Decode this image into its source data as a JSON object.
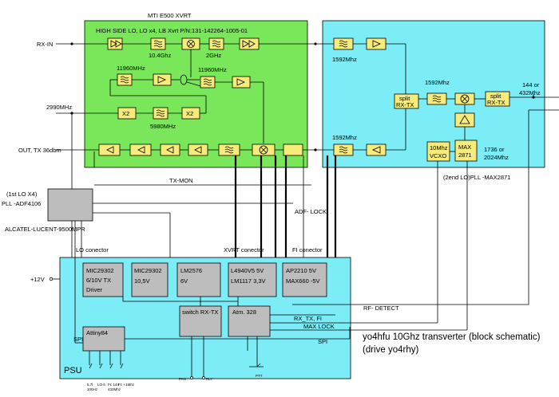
{
  "xvrt_title": "MTI E500 XVRT",
  "xvrt_subtitle": "HIGH SIDE LO, LO x4, LB Xvrt P/N:131-142264-1005-01",
  "label_rx_in": "RX-IN",
  "label_2990": "2990MHz",
  "label_out_tx": "OUT, TX 36dbm",
  "label_10_4ghz": "10.4Ghz",
  "label_2ghz": "2GHz",
  "label_11960_a": "11960MHz",
  "label_11960_b": "11960MHz",
  "label_5980": "5980MHz",
  "x2_a": "X2",
  "x2_b": "X2",
  "label_1592_a": "1592Mhz",
  "label_1592_b": "1592Mhz",
  "label_1592_c": "1592Mhz",
  "split_a_l1": "split",
  "split_a_l2": "RX-TX",
  "split_b_l1": "split",
  "split_b_l2": "RX-TX",
  "label_144_l1": "144 or",
  "label_144_l2": "432Mhz",
  "vcxo_l1": "10Mhz",
  "vcxo_l2": "VCXO",
  "max_l1": "MAX",
  "max_l2": "2871",
  "label_1736_l1": "1736 or",
  "label_1736_l2": "2024Mhz",
  "label_2nd_lo": "(2end LO)PLL -MAX2871",
  "label_tx_mon": "TX-MON",
  "label_1st_lo_l1": "(1st LO X4)",
  "label_1st_lo_l2": "PLL -ADF4106",
  "label_alcatel": "ALCATEL-LUCENT-9500MPR",
  "label_adf_lock": "ADF- LOCK",
  "label_lo_con": "LO conector",
  "label_xvrt_con": "XVRT conector",
  "label_fi_con": "FI conector",
  "label_12v": "+12V",
  "mic1_l1": "MIC29302",
  "mic1_l2": "6/10V TX",
  "mic1_l3": "Driver",
  "mic2_l1": "MIC29302",
  "mic2_l2": "10,5V",
  "lm_l1": "LM2576",
  "lm_l2": "6V",
  "l49_l1": "L4940V5 5V",
  "l49_l2": "LM1117 3,3V",
  "ap_l1": "AP2210 5V",
  "ap_l2": "MAX660  -5V",
  "switch_label": "switch RX-TX",
  "atm_label": "Atm. 328",
  "attiny_label": "Attiny84",
  "label_rf_detect": "RF- DETECT",
  "label_rx_tx_fi": "RX_TX, FI",
  "label_max_lock": "MAX LOCK",
  "label_spi_right": "SPI",
  "label_spi_left": "SPI",
  "label_psu": "PSU",
  "label_fan": "FAN",
  "label_rly": "RLY",
  "label_ptt": "PTT",
  "sw_labels_top": [
    "5,7l",
    "LO-h",
    "FI: 144",
    "FI: +1Mhz"
  ],
  "sw_labels_bot": [
    "100Hz",
    "",
    "432Mhz",
    ""
  ],
  "title_l1": "yo4hfu 10Ghz transverter (block schematic)",
  "title_l2": "(drive yo4rhy)",
  "colors": {
    "xvrt_green": "#7ae65a",
    "if_cyan": "#7cecf6",
    "psu_cyan": "#7cecf6",
    "block_yellow": "#f7ec7a",
    "psu_block_gray": "#bdbdbd"
  }
}
